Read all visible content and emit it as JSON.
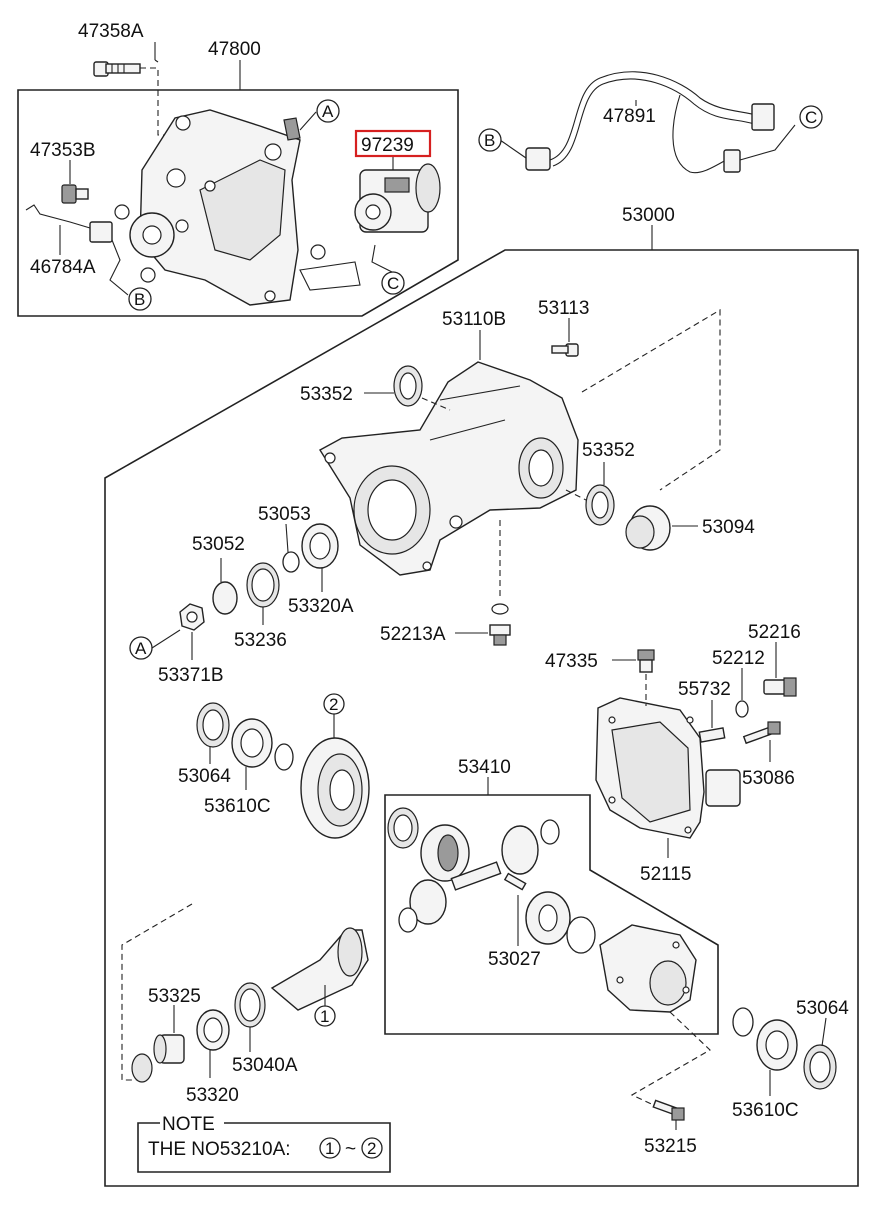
{
  "callouts": {
    "c47358A": "47358A",
    "c47800": "47800",
    "c47353B": "47353B",
    "c46784A": "46784A",
    "c97239": "97239",
    "c47891": "47891",
    "c53000": "53000",
    "c53113": "53113",
    "c53110B": "53110B",
    "c53352_a": "53352",
    "c53352_b": "53352",
    "c53094": "53094",
    "c53053": "53053",
    "c53052": "53052",
    "c53320A": "53320A",
    "c53236": "53236",
    "c52213A": "52213A",
    "c53371B": "53371B",
    "c47335": "47335",
    "c52216": "52216",
    "c52212": "52212",
    "c55732": "55732",
    "c53086": "53086",
    "c53064_a": "53064",
    "c53610C_a": "53610C",
    "c53410": "53410",
    "c52115": "52115",
    "c53027": "53027",
    "c53325": "53325",
    "c53320": "53320",
    "c53040A": "53040A",
    "c53064_b": "53064",
    "c53610C_b": "53610C",
    "c53215": "53215"
  },
  "refs": {
    "a1": "A",
    "a2": "A",
    "b1": "B",
    "b2": "B",
    "c1": "C",
    "c2": "C",
    "n1": "1",
    "n2": "2"
  },
  "note": {
    "title": "NOTE",
    "text": "THE NO53210A:",
    "range_start": "1",
    "range_sep": "~",
    "range_end": "2"
  },
  "colors": {
    "highlight": "#d62020",
    "line": "#222222"
  }
}
